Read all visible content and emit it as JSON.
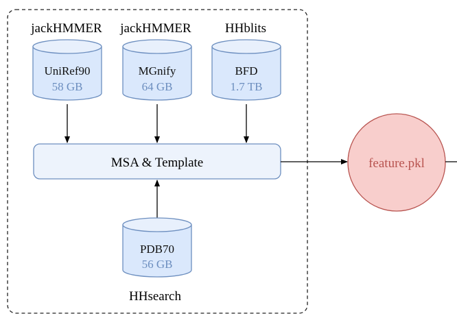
{
  "databases": [
    {
      "tool": "jackHMMER",
      "name": "UniRef90",
      "size": "58 GB"
    },
    {
      "tool": "jackHMMER",
      "name": "MGnify",
      "size": "64 GB"
    },
    {
      "tool": "HHblits",
      "name": "BFD",
      "size": "1.7 TB"
    }
  ],
  "template_db": {
    "tool": "HHsearch",
    "name": "PDB70",
    "size": "56 GB"
  },
  "center_box": {
    "label": "MSA & Template"
  },
  "output": {
    "label": "feature.pkl"
  },
  "colors": {
    "cylinder_fill": "#dae8fc",
    "cylinder_stroke": "#6c8ebf",
    "size_text": "#6c8ebf",
    "output_fill": "#f8cecc",
    "output_stroke": "#b85450"
  }
}
